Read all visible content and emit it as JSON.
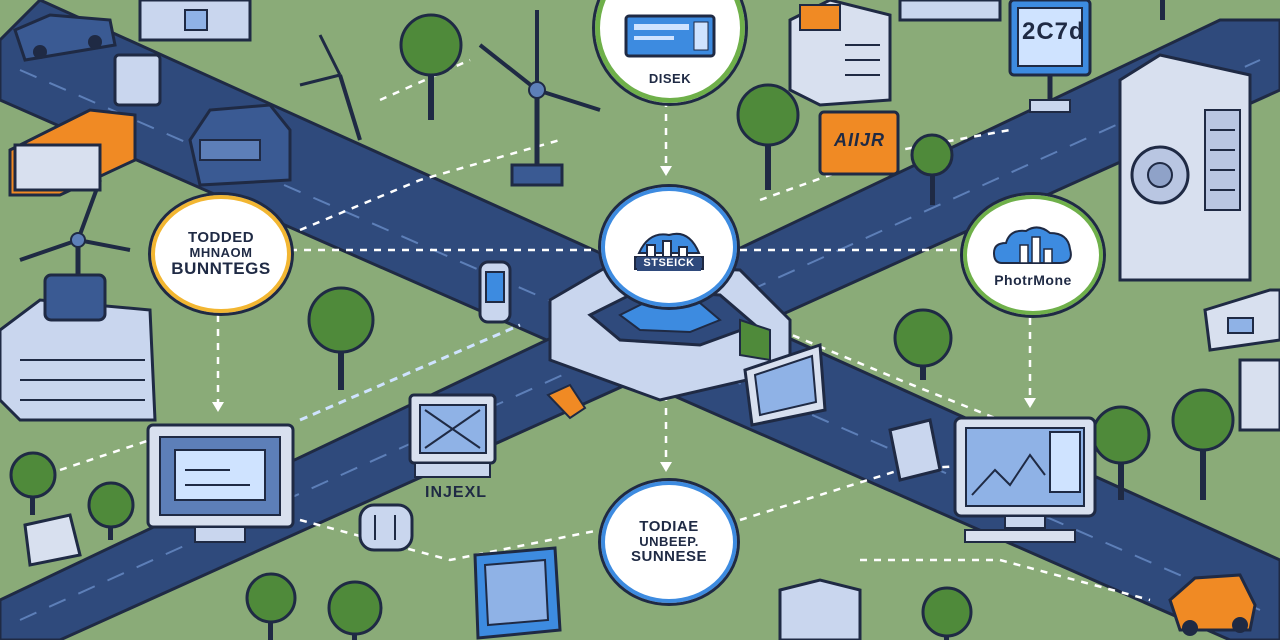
{
  "colors": {
    "ground": "#8aab78",
    "road": "#2f4a7c",
    "road_edge": "#1f2a44",
    "tree": "#4f8a3a",
    "accent_orange": "#f08a24",
    "accent_blue": "#3d8be0",
    "bubble_ring_yellow": "#f2b632",
    "bubble_ring_green": "#6fb04a",
    "bubble_ring_blue": "#3d8be0"
  },
  "nodes": {
    "top_disk": {
      "label": "DISEK",
      "icon": "monitor-icon"
    },
    "left_hub": {
      "lines": [
        "TODDED",
        "MHNAOM",
        "BUNNTEGS"
      ]
    },
    "center_hub": {
      "label": "STSEICK",
      "icon": "city-skyline-icon"
    },
    "right_hub": {
      "label": "PhotrMone",
      "icon": "cloud-city-icon"
    },
    "bottom_hub": {
      "lines": [
        "TODIAE",
        "UNBEEP.",
        "SUNNESE"
      ]
    }
  },
  "labels": {
    "monitor_caption": "INJEXL",
    "rooftop_sign": "AIIJR",
    "billboard": "2C7d"
  }
}
